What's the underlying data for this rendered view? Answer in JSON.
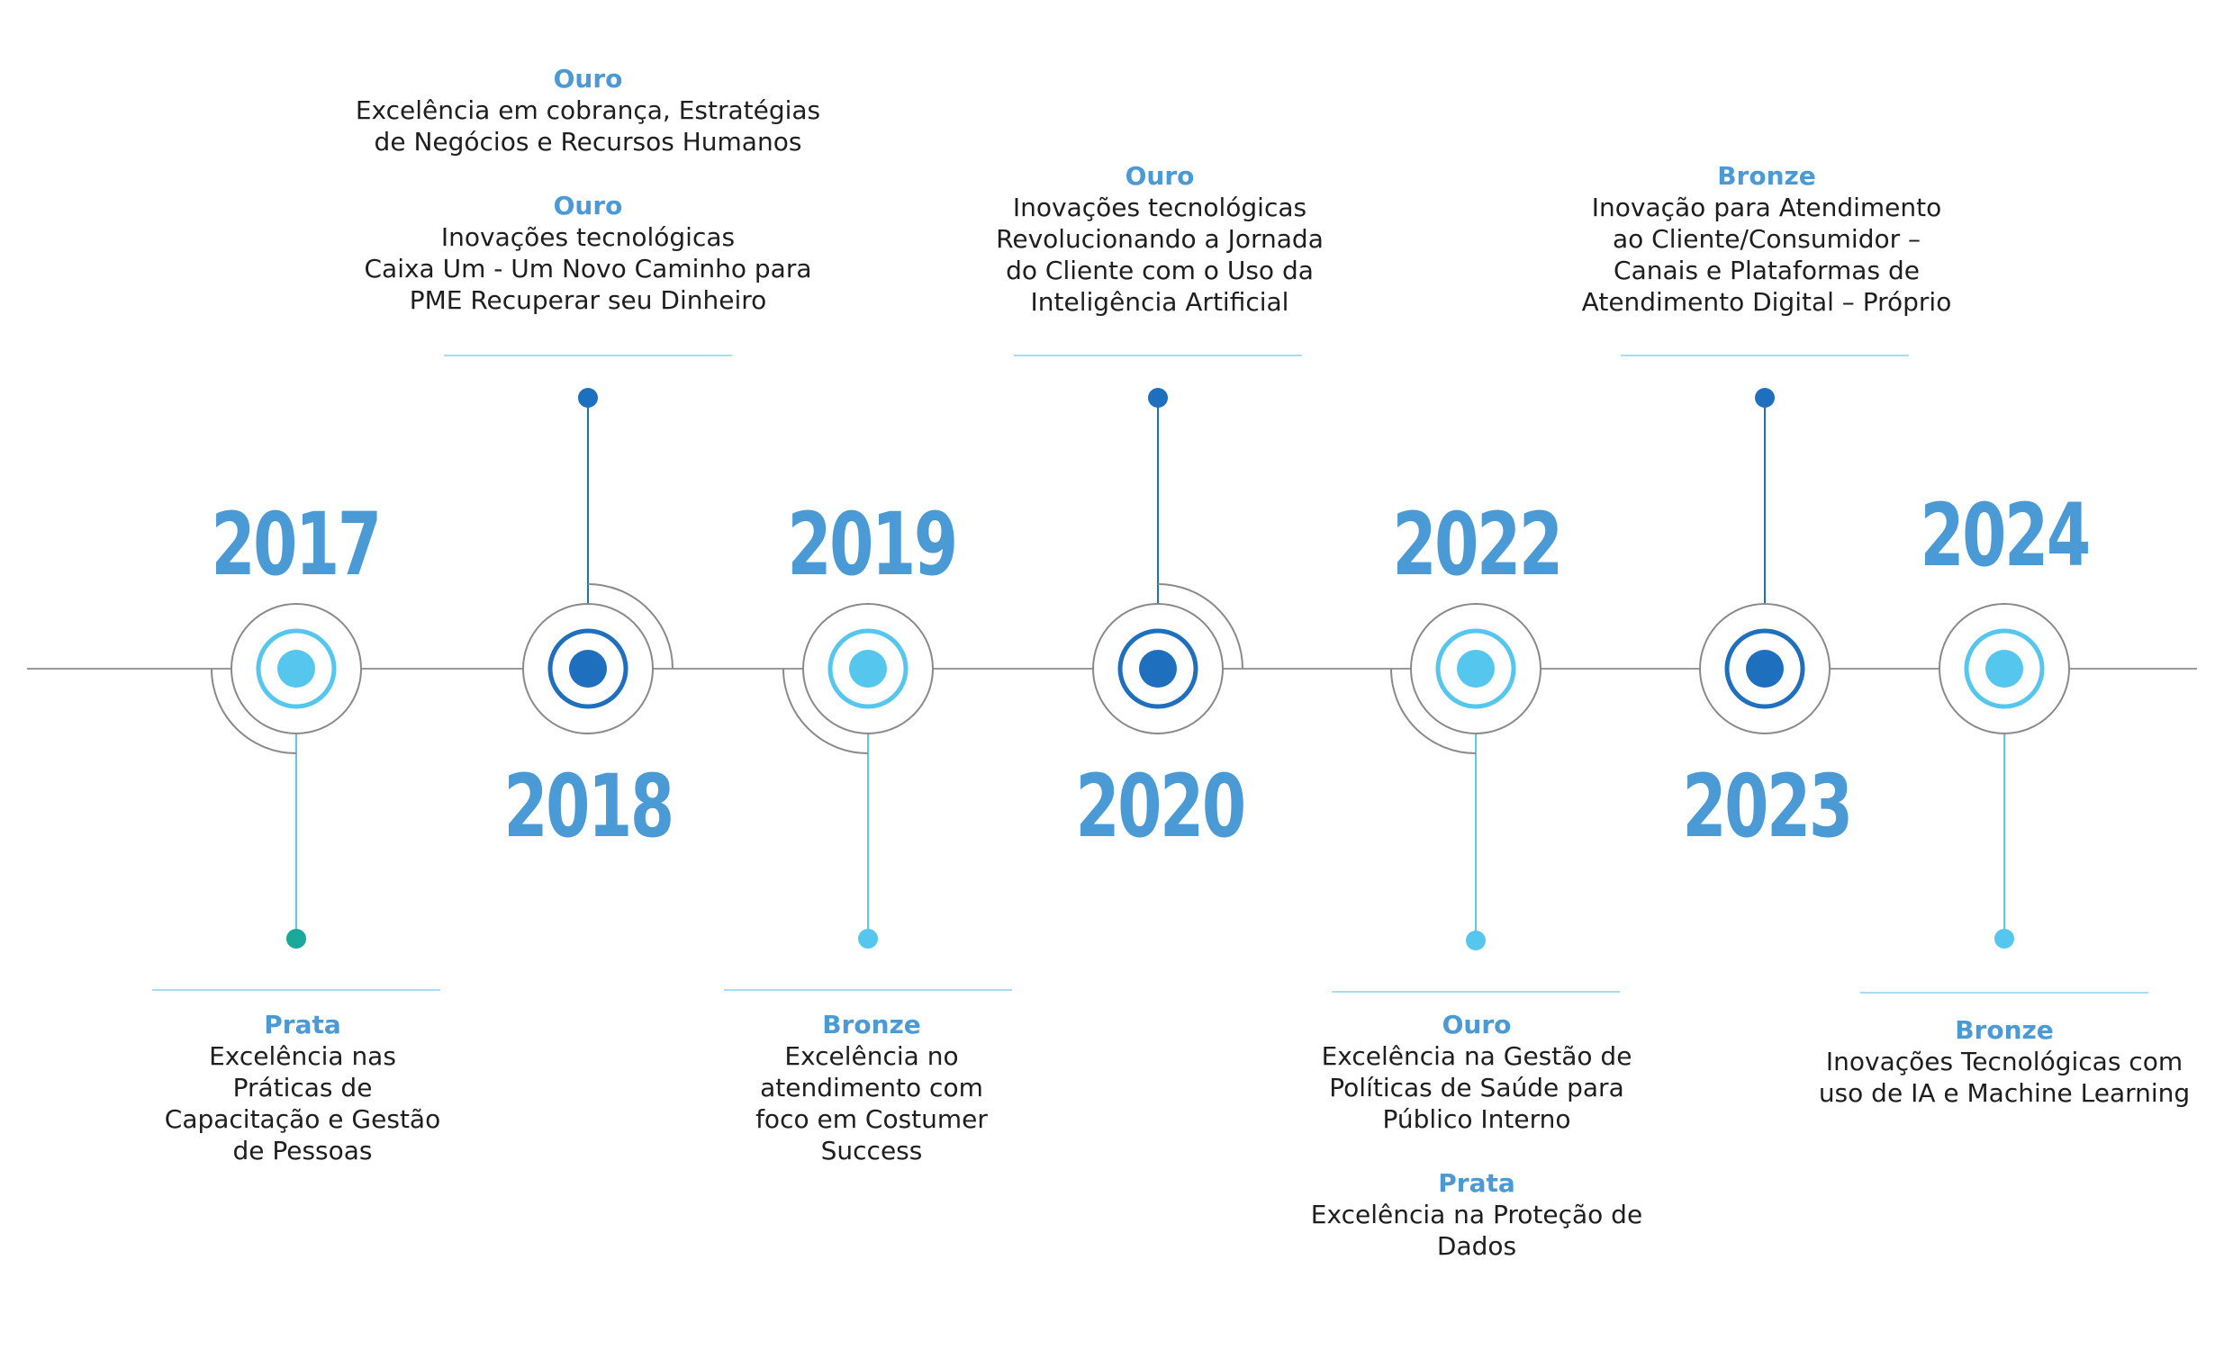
{
  "colors": {
    "axis": "#9a9a9a",
    "ring_outer": "#8a8a8a",
    "light_blue": "#55c6ee",
    "light_blue_stem": "#5bc8ee",
    "dark_blue": "#1e6fbe",
    "teal_dot": "#19a89a",
    "year_text": "#4a9ad6",
    "award_level_text": "#4a9ad6",
    "body_text": "#1e1e1e",
    "separator_line": "#a8dcf2"
  },
  "timeline": [
    {
      "year": "2017",
      "awards": [
        {
          "level": "Prata",
          "lines": [
            "Excelência nas",
            "Práticas de",
            "Capacitação e Gestão",
            "de Pessoas"
          ]
        }
      ]
    },
    {
      "year": "2018",
      "awards": [
        {
          "level": "Ouro",
          "lines": [
            "Excelência em cobrança, Estratégias",
            "de Negócios e Recursos Humanos"
          ]
        },
        {
          "level": "Ouro",
          "lines": [
            "Inovações tecnológicas",
            "Caixa Um - Um Novo Caminho para",
            "PME Recuperar seu Dinheiro"
          ]
        }
      ]
    },
    {
      "year": "2019",
      "awards": [
        {
          "level": "Bronze",
          "lines": [
            "Excelência no",
            "atendimento com",
            "foco em Costumer",
            "Success"
          ]
        }
      ]
    },
    {
      "year": "2020",
      "awards": [
        {
          "level": "Ouro",
          "lines": [
            "Inovações tecnológicas",
            "Revolucionando a Jornada",
            "do Cliente com o Uso da",
            "Inteligência Artificial"
          ]
        }
      ]
    },
    {
      "year": "2022",
      "awards": [
        {
          "level": "Ouro",
          "lines": [
            "Excelência na Gestão de",
            "Políticas de Saúde para",
            "Público Interno"
          ]
        },
        {
          "level": "Prata",
          "lines": [
            "Excelência na Proteção de",
            "Dados"
          ]
        }
      ]
    },
    {
      "year": "2023",
      "awards": [
        {
          "level": "Bronze",
          "lines": [
            "Inovação para Atendimento",
            "ao Cliente/Consumidor –",
            "Canais e Plataformas de",
            "Atendimento Digital – Próprio"
          ]
        }
      ]
    },
    {
      "year": "2024",
      "awards": [
        {
          "level": "Bronze",
          "lines": [
            "Inovações Tecnológicas com",
            "uso de IA e Machine Learning"
          ]
        }
      ]
    }
  ]
}
